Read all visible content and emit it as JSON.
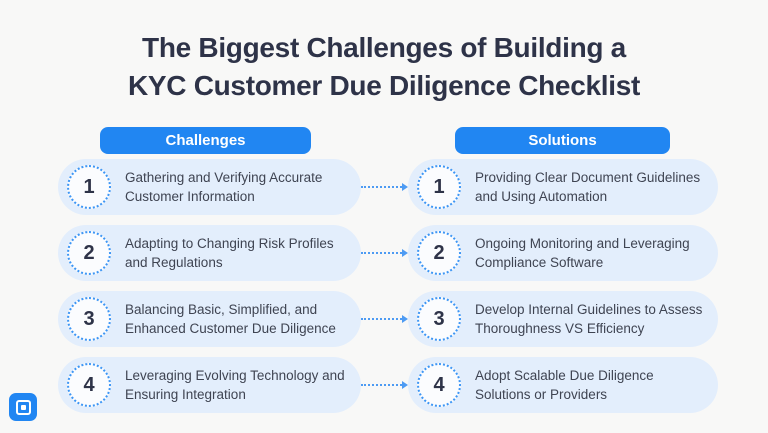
{
  "title": {
    "line1": "The Biggest Challenges of Building a",
    "line2": "KYC Customer Due Diligence Checklist"
  },
  "columns": {
    "challenges_header": "Challenges",
    "solutions_header": "Solutions"
  },
  "rows": [
    {
      "number": "1",
      "challenge": "Gathering and Verifying Accurate Customer Information",
      "solution": "Providing Clear Document Guidelines and Using Automation"
    },
    {
      "number": "2",
      "challenge": "Adapting to Changing Risk Profiles and Regulations",
      "solution": "Ongoing Monitoring and Leveraging Compliance Software"
    },
    {
      "number": "3",
      "challenge": "Balancing Basic, Simplified, and Enhanced Customer Due Diligence",
      "solution": "Develop Internal Guidelines to Assess Thoroughness VS Efficiency"
    },
    {
      "number": "4",
      "challenge": "Leveraging Evolving Technology and Ensuring Integration",
      "solution": "Adopt Scalable Due Diligence Solutions or Providers"
    }
  ],
  "icons": {
    "arrow": "dotted-right-arrow",
    "logo": "square-target-brand-logo"
  },
  "colors": {
    "accent_blue": "#2186F2",
    "pill_bg": "#E3EEFC",
    "circle_border": "#3D96F5",
    "circle_bg": "#FBFCFE",
    "text_dark": "#2E3348",
    "item_text": "#3F4452",
    "arrow": "#4D9BF3",
    "page_bg": "#F8F8F7"
  }
}
